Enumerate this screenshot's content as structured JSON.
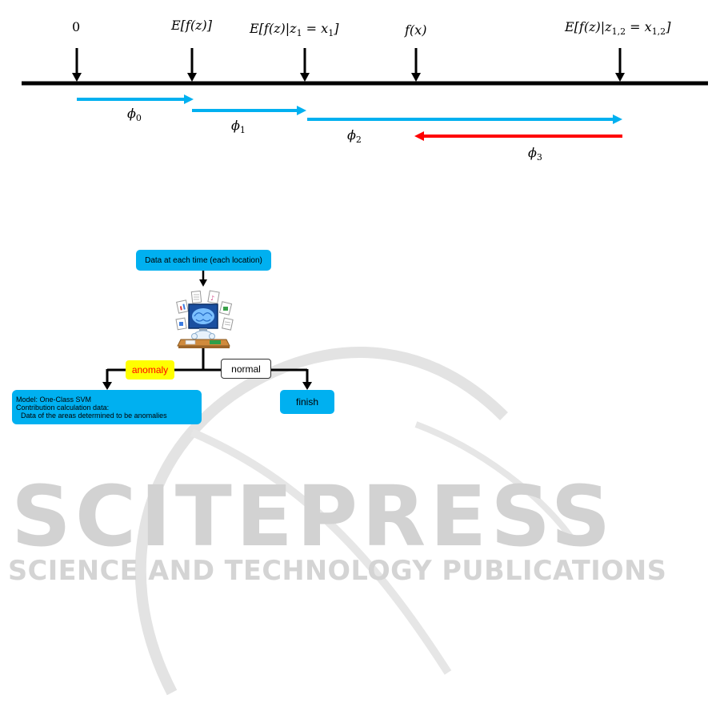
{
  "shap_figure": {
    "labels": {
      "zero": "0",
      "e_fz": "E[f(z)]",
      "e_cond_1": "E[f(z)|z",
      "e_cond_1_sub": "1",
      "e_cond_1_rhs": " = x",
      "e_cond_1_rhs_sub": "1",
      "e_cond_1_close": "]",
      "fx": "f(x)",
      "e_cond_12": "E[f(z)|z",
      "e_cond_12_sub": "1,2",
      "e_cond_12_rhs": " = x",
      "e_cond_12_rhs_sub": "1,2",
      "e_cond_12_close": "]"
    },
    "phis": [
      {
        "sym": "ϕ",
        "sub": "0"
      },
      {
        "sym": "ϕ",
        "sub": "1"
      },
      {
        "sym": "ϕ",
        "sub": "2"
      },
      {
        "sym": "ϕ",
        "sub": "3"
      }
    ],
    "colors": {
      "positive": "#00b0f0",
      "negative": "#ff0000",
      "axis": "#000000"
    }
  },
  "flowchart": {
    "input_box": "Data at each time (each location)",
    "anomaly_label": "anomaly",
    "normal_label": "normal",
    "model_box": {
      "line1": "Model: One-Class SVM",
      "line2": "Contribution calculation data:",
      "line3": "Data of the areas determined to be anomalies"
    },
    "finish_label": "finish",
    "colors": {
      "box": "#00b0f0",
      "anomaly_bg": "#ffff00",
      "anomaly_text": "#ff0000"
    }
  },
  "watermark": {
    "main": "SCITEPRESS",
    "sub": "SCIENCE AND TECHNOLOGY PUBLICATIONS"
  }
}
